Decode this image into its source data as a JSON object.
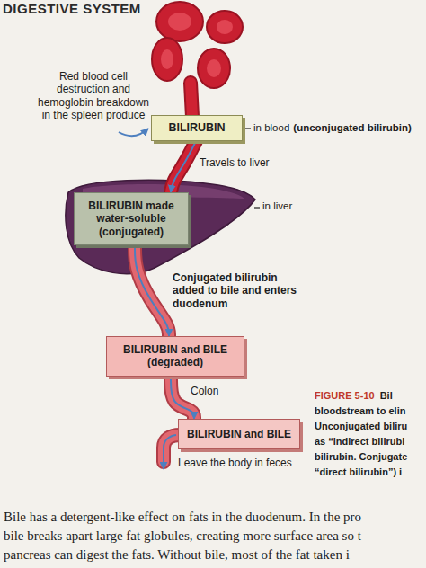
{
  "diagram": {
    "title": "DIGESTIVE SYSTEM",
    "nodes": [
      {
        "text": [
          "BILIRUBIN"
        ]
      },
      {
        "text": [
          "BILIRUBIN made water-soluble (conjugated)"
        ]
      },
      {
        "text": [
          "BILIRUBIN and BILE (degraded)"
        ]
      },
      {
        "text": [
          "BILIRUBIN and BILE"
        ]
      }
    ],
    "edges": [
      {
        "from": 0,
        "to": 1,
        "arrow": "to",
        "label": "Travels to liver"
      },
      {
        "from": 1,
        "to": 2,
        "arrow": "to",
        "label": "Conjugated bilirubin added to bile and enters duodenum"
      },
      {
        "from": 2,
        "to": 3,
        "arrow": "to",
        "label": "Colon"
      }
    ],
    "labels": [
      "Red blood cell destruction and hemoglobin breakdown in the spleen produce",
      "in blood",
      "(unconjugated bilirubin)",
      "in liver",
      "Leave the body in feces",
      "FIGURE 5-10",
      "Bil",
      "bloodstream to elin",
      "Unconjugated biliru",
      "as “indirect bilirubi",
      "bilirubin. Conjugate",
      "“direct bilirubin”) i",
      "Bile has a detergent-like effect on fats in the duodenum. In the pro",
      "bile breaks apart large fat globules, creating more surface area so t",
      "pancreas can digest the fats. Without bile, most of the fat taken i"
    ]
  }
}
